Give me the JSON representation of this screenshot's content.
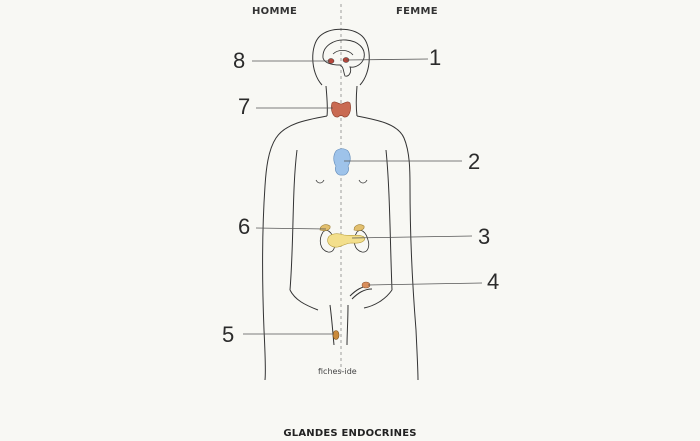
{
  "headers": {
    "left": "HOMME",
    "right": "FEMME"
  },
  "labels": [
    "1",
    "2",
    "3",
    "4",
    "5",
    "6",
    "7",
    "8"
  ],
  "watermark": "fiches-ide",
  "caption": "GLANDES ENDOCRINES",
  "colors": {
    "thyroid": "#c96a52",
    "thymus": "#9ec3ea",
    "pancreas": "#f3df8c",
    "adrenal": "#e2bf6e",
    "ovary": "#d98e5b",
    "testis": "#c9893a",
    "pituitary": "#b8463a",
    "pineal": "#b8463a"
  }
}
